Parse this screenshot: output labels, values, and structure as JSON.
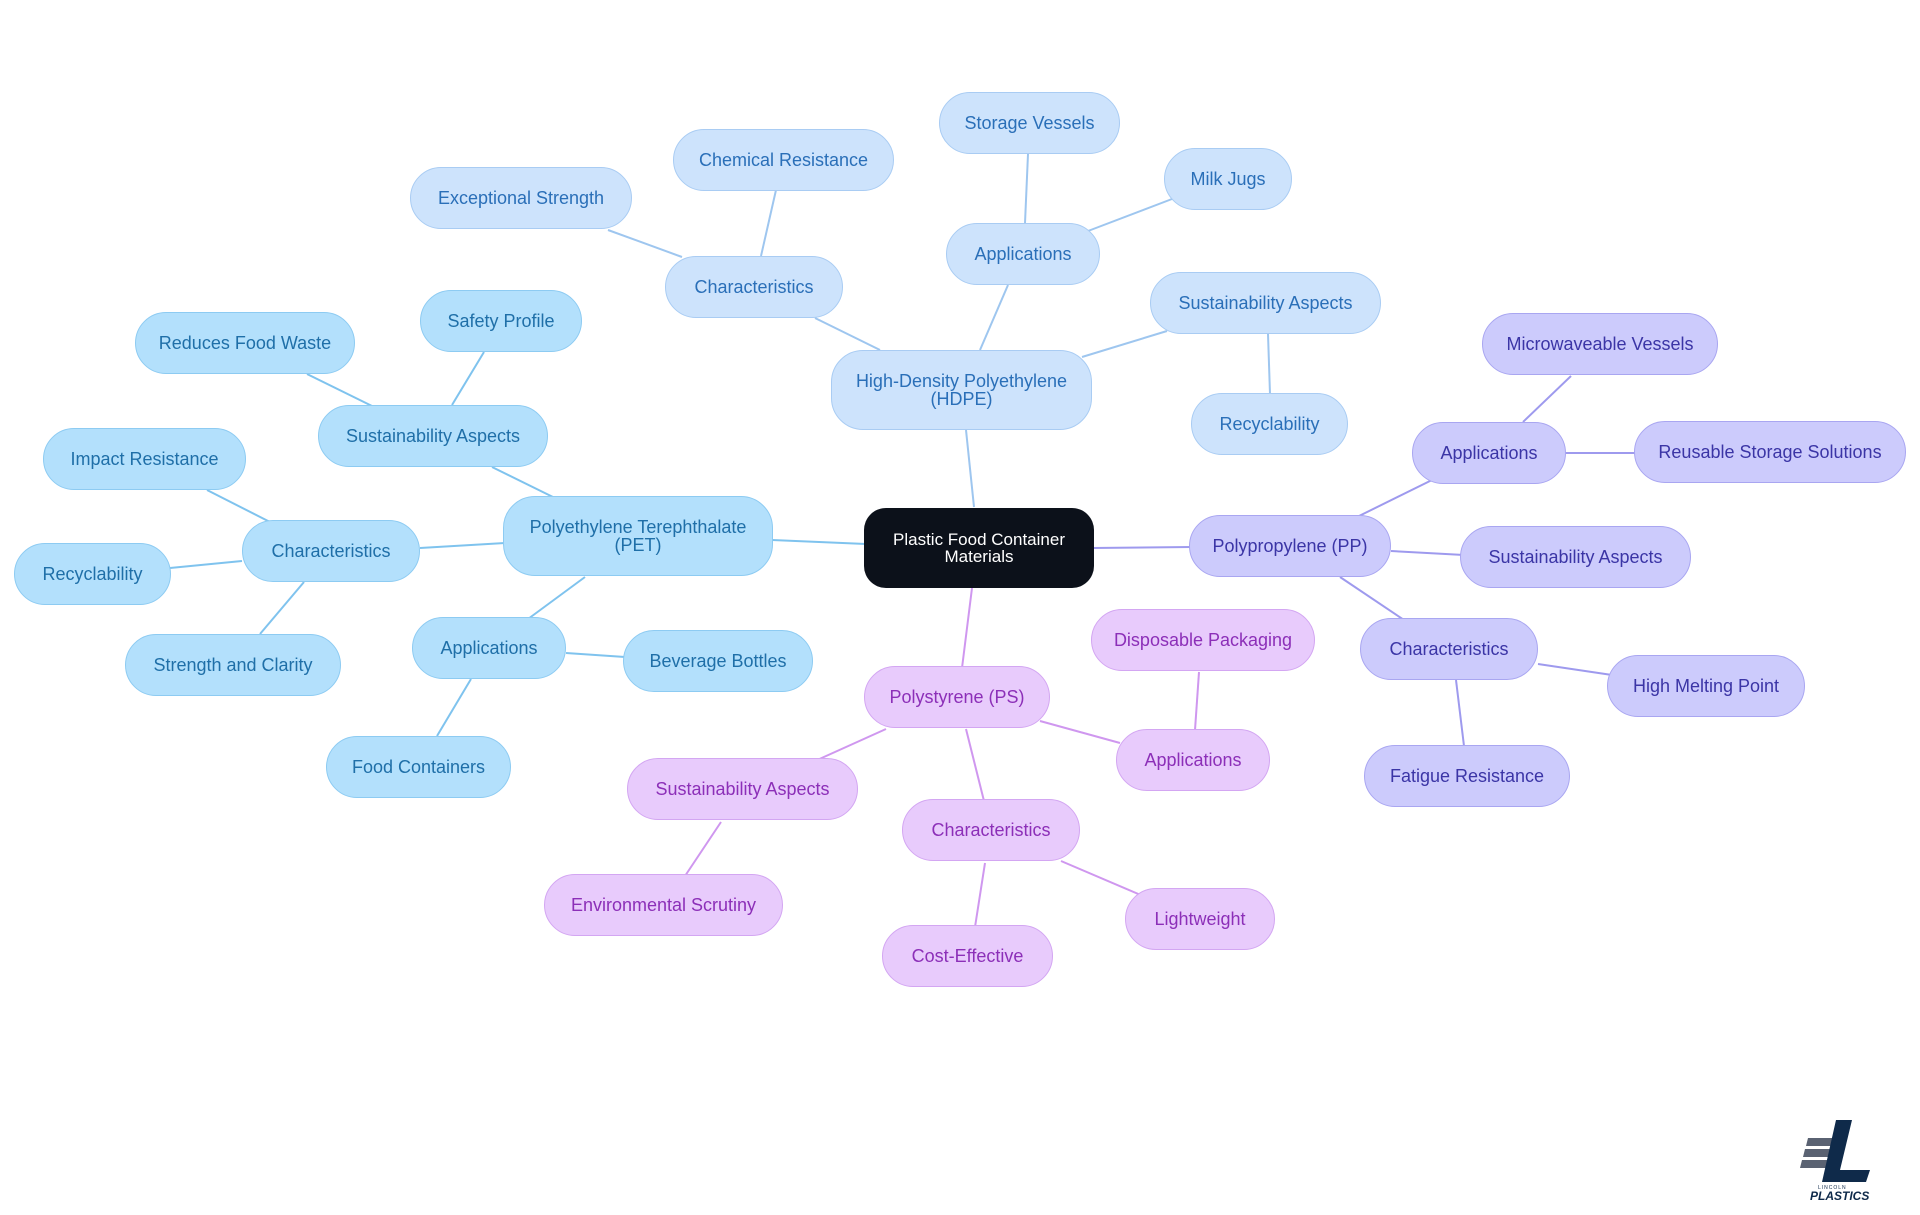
{
  "root": {
    "label": "Plastic Food Container Materials"
  },
  "pet": {
    "label": "Polyethylene Terephthalate (PET)",
    "characteristics": "Characteristics",
    "impact_resistance": "Impact Resistance",
    "recyclability": "Recyclability",
    "strength_clarity": "Strength and Clarity",
    "sustainability": "Sustainability Aspects",
    "reduces_food_waste": "Reduces Food Waste",
    "safety_profile": "Safety Profile",
    "applications": "Applications",
    "beverage_bottles": "Beverage Bottles",
    "food_containers": "Food Containers"
  },
  "hdpe": {
    "label": "High-Density Polyethylene (HDPE)",
    "characteristics": "Characteristics",
    "exceptional_strength": "Exceptional Strength",
    "chemical_resistance": "Chemical Resistance",
    "applications": "Applications",
    "storage_vessels": "Storage Vessels",
    "milk_jugs": "Milk Jugs",
    "sustainability": "Sustainability Aspects",
    "recyclability": "Recyclability"
  },
  "pp": {
    "label": "Polypropylene (PP)",
    "applications": "Applications",
    "microwaveable_vessels": "Microwaveable Vessels",
    "reusable_storage": "Reusable Storage Solutions",
    "sustainability": "Sustainability Aspects",
    "characteristics": "Characteristics",
    "high_melting_point": "High Melting Point",
    "fatigue_resistance": "Fatigue Resistance"
  },
  "ps": {
    "label": "Polystyrene (PS)",
    "applications": "Applications",
    "disposable_packaging": "Disposable Packaging",
    "sustainability": "Sustainability Aspects",
    "environmental_scrutiny": "Environmental Scrutiny",
    "characteristics": "Characteristics",
    "lightweight": "Lightweight",
    "cost_effective": "Cost-Effective"
  },
  "colors": {
    "pet_line": "#7fc3ee",
    "hdpe_line": "#9ec6ef",
    "pp_line": "#9e9aee",
    "ps_line": "#cf97ef"
  },
  "logo": {
    "icon": "lincoln-plastics-logo",
    "name": "LINCOLN",
    "brand": "PLASTICS"
  }
}
